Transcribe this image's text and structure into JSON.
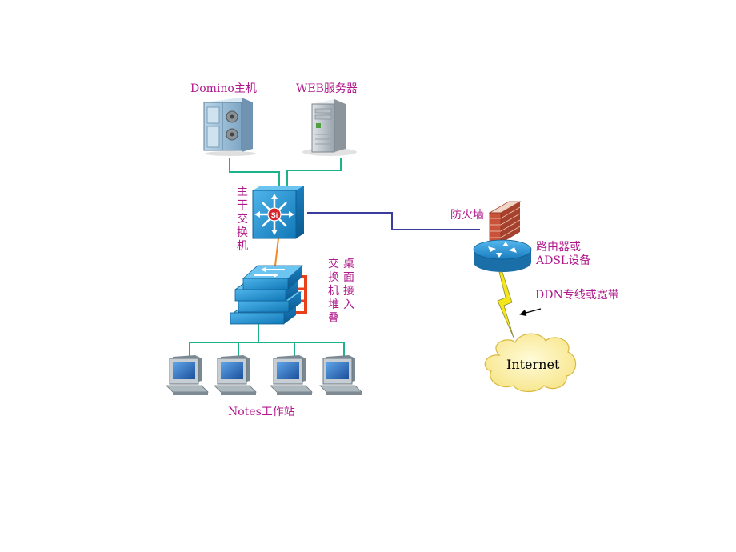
{
  "labels": {
    "domino_host": "Domino主机",
    "web_server": "WEB服务器",
    "core_switch": "主干交换机",
    "desktop_access": "桌面接入",
    "switch_stack": "交换机堆叠",
    "firewall": "防火墙",
    "router_line1": "路由器或",
    "router_line2": "ADSL设备",
    "ddn": "DDN专线或宽带",
    "internet": "Internet",
    "workstations": "Notes工作站"
  },
  "colors": {
    "label_text": "#b0188c",
    "lan_link": "#1db38a",
    "wan_link": "#3a3d9c",
    "stack_link": "#f28b1c",
    "stack_bracket": "#e8401c",
    "device_blue": "#1b8fd0",
    "cloud_fill": "#fdf0a8"
  },
  "icons": {
    "domino_server": "mainframe-server-icon",
    "web_server": "tower-server-icon",
    "core_switch": "layer3-switch-icon",
    "switch_stack": "stacked-switch-icon",
    "firewall": "brick-firewall-icon",
    "router": "router-icon",
    "link": "lightning-link-icon",
    "internet": "cloud-icon",
    "workstation": "desktop-computer-icon"
  }
}
